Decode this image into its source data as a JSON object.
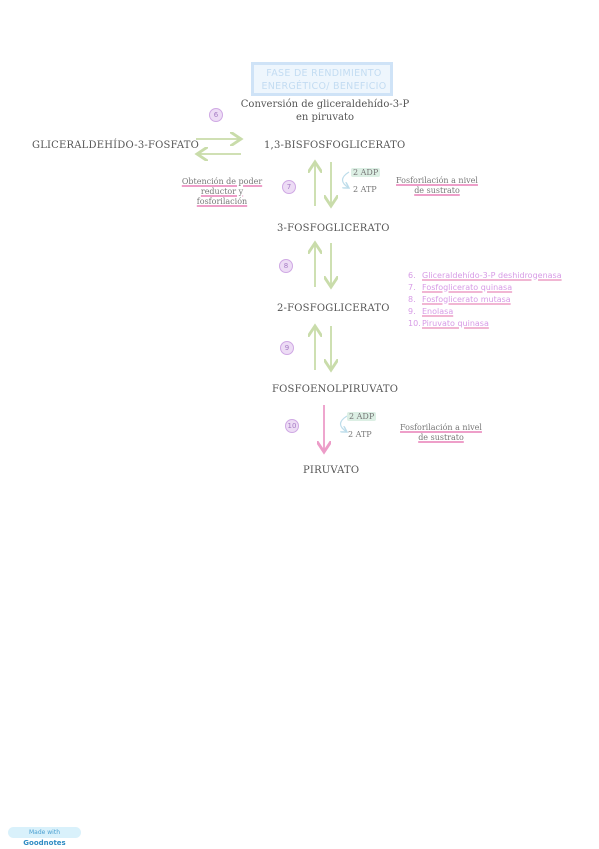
{
  "header": {
    "title_line1": "FASE DE RENDIMIENTO",
    "title_line2": "ENERGÉTICO/ BENEFICIO",
    "subtitle_line1": "Conversión de gliceraldehído-3-P",
    "subtitle_line2": "en piruvato"
  },
  "compounds": {
    "g3p": "GLICERALDEHÍDO-3-FOSFATO",
    "bpg": "1,3-BISFOSFOGLICERATO",
    "pg3": "3-FOSFOGLICERATO",
    "pg2": "2-FOSFOGLICERATO",
    "pep": "FOSFOENOLPIRUVATO",
    "pyr": "PIRUVATO"
  },
  "steps": [
    "6",
    "7",
    "8",
    "9",
    "10"
  ],
  "notes": {
    "reductor_line1": "Obtención de poder",
    "reductor_line2": "reductor y",
    "reductor_line3": "fosforilación",
    "sustrato1_line1": "Fosforilación a nivel",
    "sustrato1_line2": "de sustrato",
    "sustrato2_line1": "Fosforilación a nivel",
    "sustrato2_line2": "de sustrato"
  },
  "cofactors": {
    "adp1": "2 ADP",
    "atp1": "2 ATP",
    "adp2": "2 ADP",
    "atp2": "2 ATP"
  },
  "enzymes": [
    {
      "num": "6.",
      "name": "Gliceraldehído-3-P deshidrogenasa"
    },
    {
      "num": "7.",
      "name": "Fosfoglicerato quinasa"
    },
    {
      "num": "8.",
      "name": "Fosfoglicerato mutasa"
    },
    {
      "num": "9.",
      "name": "Enolasa"
    },
    {
      "num": "10.",
      "name": "Piruvato quinasa"
    }
  ],
  "badge": {
    "prefix": "Made with",
    "brand": "Goodnotes"
  },
  "colors": {
    "arrow_green": "#c9dcaa",
    "arrow_pink": "#ec9cc8",
    "step_purple": "#cfa8e4",
    "legend_purple": "#d79be6",
    "title_blue": "#c3dcf2"
  }
}
